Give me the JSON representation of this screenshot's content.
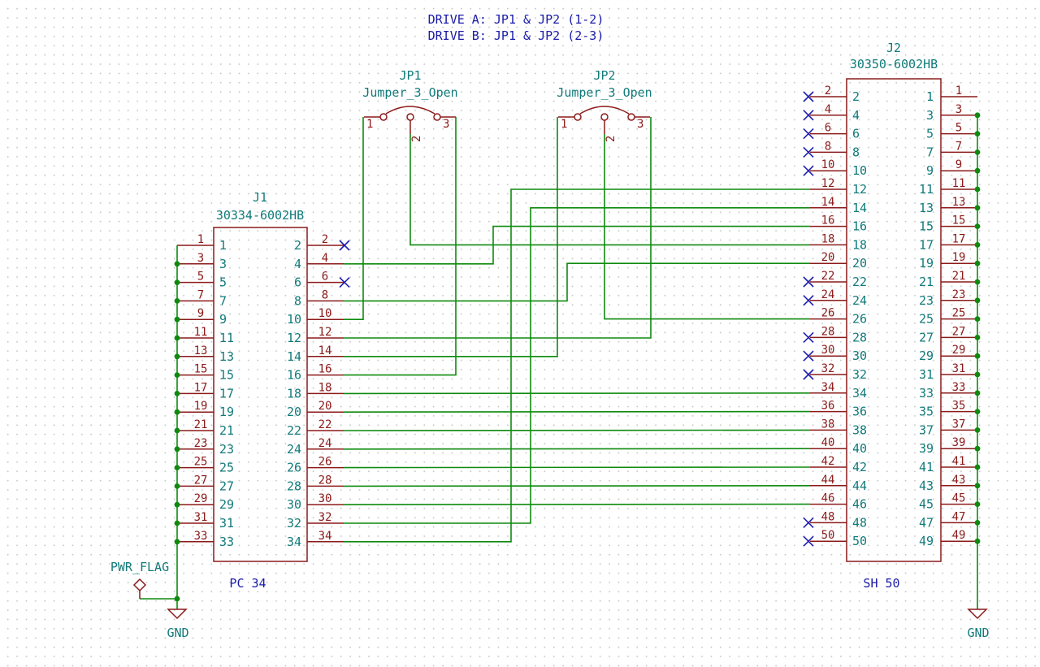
{
  "notes": {
    "line1": "DRIVE A: JP1 & JP2 (1-2)",
    "line2": "DRIVE B: JP1 & JP2 (2-3)"
  },
  "j1": {
    "ref": "J1",
    "value": "30334-6002HB",
    "footer": "PC 34",
    "pins_left": [
      "1",
      "3",
      "5",
      "7",
      "9",
      "11",
      "13",
      "15",
      "17",
      "19",
      "21",
      "23",
      "25",
      "27",
      "29",
      "31",
      "33"
    ],
    "pins_right": [
      "2",
      "4",
      "6",
      "8",
      "10",
      "12",
      "14",
      "16",
      "18",
      "20",
      "22",
      "24",
      "26",
      "28",
      "30",
      "32",
      "34"
    ]
  },
  "j2": {
    "ref": "J2",
    "value": "30350-6002HB",
    "footer": "SH 50",
    "pins_left": [
      "2",
      "4",
      "6",
      "8",
      "10",
      "12",
      "14",
      "16",
      "18",
      "20",
      "22",
      "24",
      "26",
      "28",
      "30",
      "32",
      "34",
      "36",
      "38",
      "40",
      "42",
      "44",
      "46",
      "48",
      "50"
    ],
    "pins_right": [
      "1",
      "3",
      "5",
      "7",
      "9",
      "11",
      "13",
      "15",
      "17",
      "19",
      "21",
      "23",
      "25",
      "27",
      "29",
      "31",
      "33",
      "35",
      "37",
      "39",
      "41",
      "43",
      "45",
      "47",
      "49"
    ]
  },
  "jp1": {
    "ref": "JP1",
    "value": "Jumper_3_Open",
    "pin1": "1",
    "pin2": "2",
    "pin3": "3"
  },
  "jp2": {
    "ref": "JP2",
    "value": "Jumper_3_Open",
    "pin1": "1",
    "pin2": "2",
    "pin3": "3"
  },
  "power": {
    "flag": "PWR_FLAG",
    "gnd_left": "GND",
    "gnd_right": "GND"
  },
  "colors": {
    "wire": "#0e8a0e",
    "symbol": "#8b1a1a",
    "label": "#117a7a",
    "note": "#1a1aa8",
    "no_connect": "#1f1fb0"
  }
}
